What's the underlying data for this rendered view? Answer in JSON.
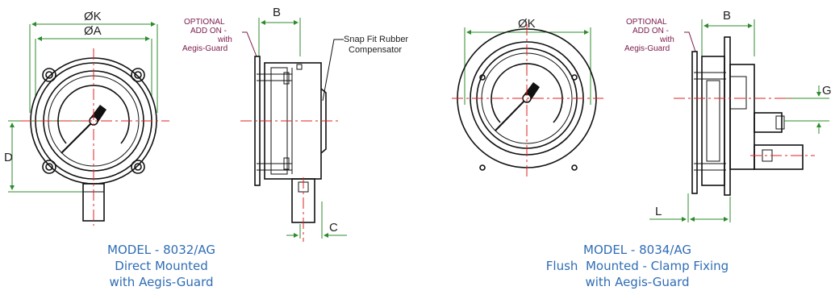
{
  "left_gauge": {
    "dim_k": "ØK",
    "dim_a": "ØA",
    "dim_d": "D"
  },
  "left_side": {
    "dim_b": "B",
    "dim_c": "C",
    "optional_line1": "OPTIONAL",
    "optional_line2": "ADD ON -",
    "optional_line3": "with",
    "optional_line4": "Aegis-Guard",
    "snap_line1": "Snap Fit Rubber",
    "snap_line2": "Compensator"
  },
  "right_gauge": {
    "dim_k": "ØK"
  },
  "right_side": {
    "dim_b": "B",
    "dim_g": "G",
    "dim_l": "L",
    "optional_line1": "OPTIONAL",
    "optional_line2": "ADD ON -",
    "optional_line3": "with",
    "optional_line4": "Aegis-Guard"
  },
  "captions": {
    "left": [
      "MODEL - 8032/AG",
      "Direct Mounted",
      "with Aegis-Guard"
    ],
    "right": [
      "MODEL - 8034/AG",
      "Flush  Mounted - Clamp Fixing",
      "with Aegis-Guard"
    ]
  },
  "colors": {
    "dimension": "#2e8b2e",
    "centerline": "#e02020",
    "caption": "#2f6db5",
    "callout": "#7a1a4a"
  }
}
